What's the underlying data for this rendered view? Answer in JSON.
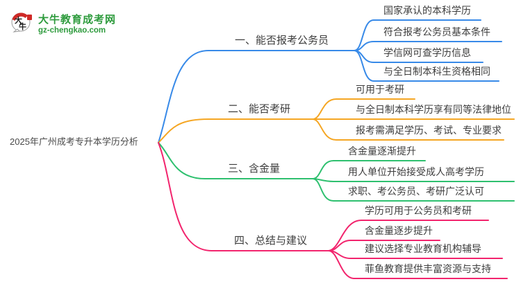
{
  "logo": {
    "icon_text": "大牛",
    "title": "大牛教育成考网",
    "subtitle": "gz-chengkao.com",
    "brand_color": "#2e9b3d",
    "seal_color": "#cf2a27"
  },
  "root": {
    "label": "2025年广州成考专升本学历分析"
  },
  "branches": [
    {
      "label": "一、能否报考公务员",
      "color": "#388ae8",
      "children": [
        "国家承认的本科学历",
        "符合报考公务员基本条件",
        "学信网可查学历信息",
        "与全日制本科生资格相同"
      ]
    },
    {
      "label": "二、能否考研",
      "color": "#f5a623",
      "children": [
        "可用于考研",
        "与全日制本科学历享有同等法律地位",
        "报考需满足学历、考试、专业要求"
      ]
    },
    {
      "label": "三、含金量",
      "color": "#2ec06f",
      "children": [
        "含金量逐渐提升",
        "用人单位开始接受成人高考学历",
        "求职、考公务员、考研广泛认可"
      ]
    },
    {
      "label": "四、总结与建议",
      "color": "#f2246d",
      "children": [
        "学历可用于公务员和考研",
        "含金量逐步提升",
        "建议选择专业教育机构辅导",
        "菲鱼教育提供丰富资源与支持"
      ]
    }
  ]
}
